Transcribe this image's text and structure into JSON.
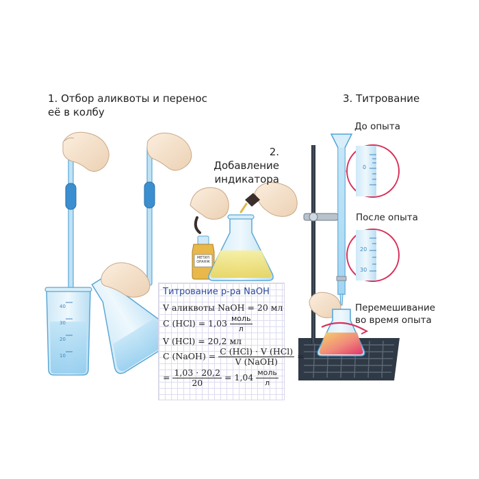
{
  "steps": {
    "step1": {
      "line1": "1. Отбор аликвоты и перенос",
      "line2": "её в колбу"
    },
    "step2": {
      "line1": "2. Добавление",
      "line2": "индикатора"
    },
    "step3": {
      "title": "3. Титрование"
    }
  },
  "labels": {
    "before": "До опыта",
    "after": "После опыта",
    "stirring_line1": "Перемешивание",
    "stirring_line2": "во время опыта",
    "indicator_bottle": "МЕТИЛ ОРАНЖ"
  },
  "scale_marks": {
    "beaker": [
      "40",
      "30",
      "20",
      "10"
    ],
    "burette_before": "0",
    "burette_after": [
      "20",
      "30"
    ]
  },
  "calc": {
    "title": "Титрование р-ра NaOH",
    "line1": "V  аликвоты NaOH = 20 мл",
    "line2_left": "C (HCl) = 1,03",
    "unit_num": "моль",
    "unit_den": "л",
    "line3": "V  (HCl) = 20,2 мл",
    "line4_left": "C (NaOH) =",
    "line4_num": "C (HCl) · V (HCl)",
    "line4_den": "V (NaOH)",
    "eq": "=",
    "line5_eq": "=",
    "line5_num": "1,03 · 20,2",
    "line5_den": "20",
    "line5_result": "= 1,04"
  },
  "colors": {
    "glass_blue": "#9fd3ef",
    "glass_stroke": "#4fa3d6",
    "pipette_bulb": "#3b8fd0",
    "indicator_yellow": "#f2e27a",
    "titrant_red": "#e8456a",
    "stand_dark": "#2f3a46",
    "title_blue": "#2c4a9a"
  }
}
